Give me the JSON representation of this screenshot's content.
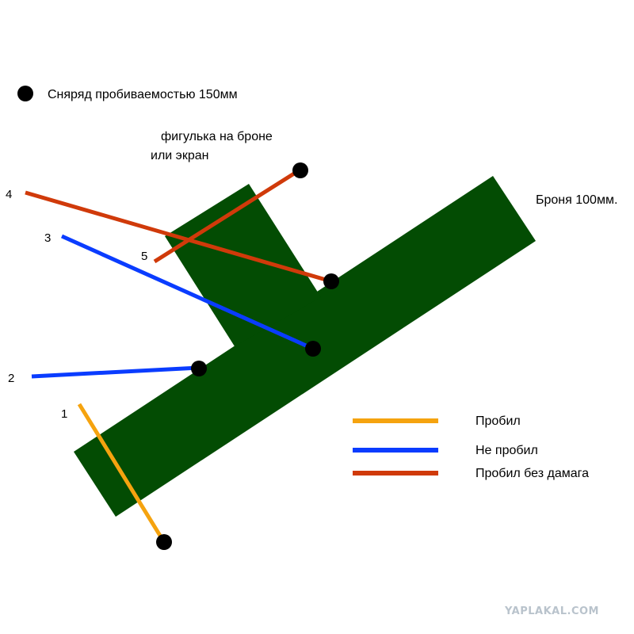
{
  "captions": {
    "shell": "Сняряд пробиваемостью 150мм",
    "screen_line1": "фигулька на броне",
    "screen_line2": "или экран",
    "armor": "Броня 100мм."
  },
  "shots": [
    {
      "number": "1",
      "result": "penetrated"
    },
    {
      "number": "2",
      "result": "not_penetrated"
    },
    {
      "number": "3",
      "result": "not_penetrated"
    },
    {
      "number": "4",
      "result": "penetrated_no_damage"
    },
    {
      "number": "5",
      "result": "penetrated_no_damage"
    }
  ],
  "legend": [
    {
      "key": "penetrated",
      "label": "Пробил",
      "color": "#f5a30f"
    },
    {
      "key": "not_penetrated",
      "label": "Не пробил",
      "color": "#0a3cff"
    },
    {
      "key": "penetrated_no_damage",
      "label": "Пробил без дамага",
      "color": "#d03a0a"
    }
  ],
  "colors": {
    "armor": "#034c03",
    "shell": "#000000"
  },
  "watermark": "YAPLAKAL.COM"
}
